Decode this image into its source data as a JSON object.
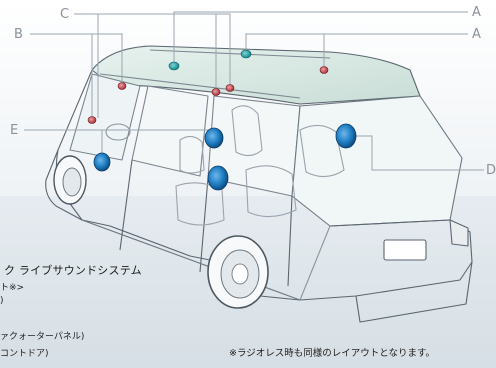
{
  "callouts": {
    "A": "A",
    "B": "B",
    "C": "C",
    "D": "D",
    "E": "E"
  },
  "legend": {
    "title": "ク ライブサウンドシステム",
    "lines": [
      "ト※>",
      ")",
      "ァクォーターパネル)",
      "コントドア)"
    ]
  },
  "note": "※ラジオレス時も同様のレイアウトとなります。",
  "colors": {
    "callout_line": "#9aa6b0",
    "speaker_blue": "#1f7fc4",
    "speaker_teal": "#1aa0a6",
    "speaker_red": "#c0474f",
    "panel_gradient_top": "#ffffff",
    "panel_gradient_bottom": "#cfd9e0"
  }
}
